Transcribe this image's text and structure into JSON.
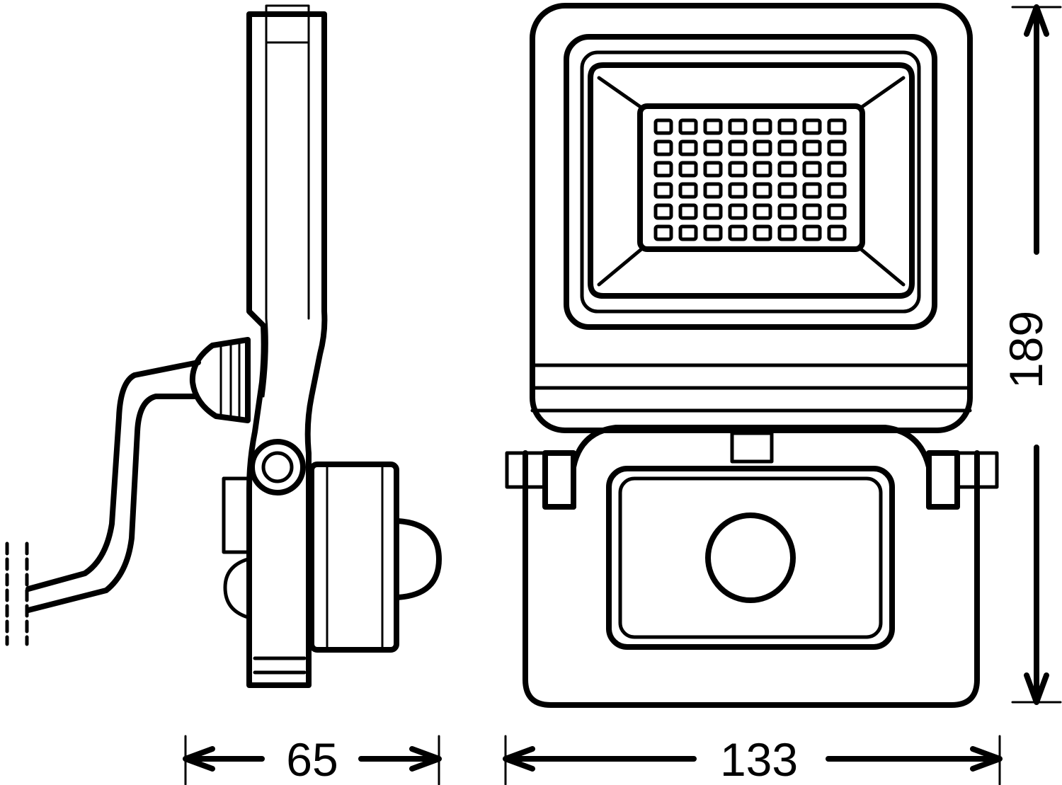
{
  "dimensions": {
    "depth_label": "65",
    "width_label": "133",
    "height_label": "189"
  },
  "colors": {
    "line": "#000000",
    "background": "#ffffff"
  },
  "leds": {
    "rows": 6,
    "cols": 8
  }
}
